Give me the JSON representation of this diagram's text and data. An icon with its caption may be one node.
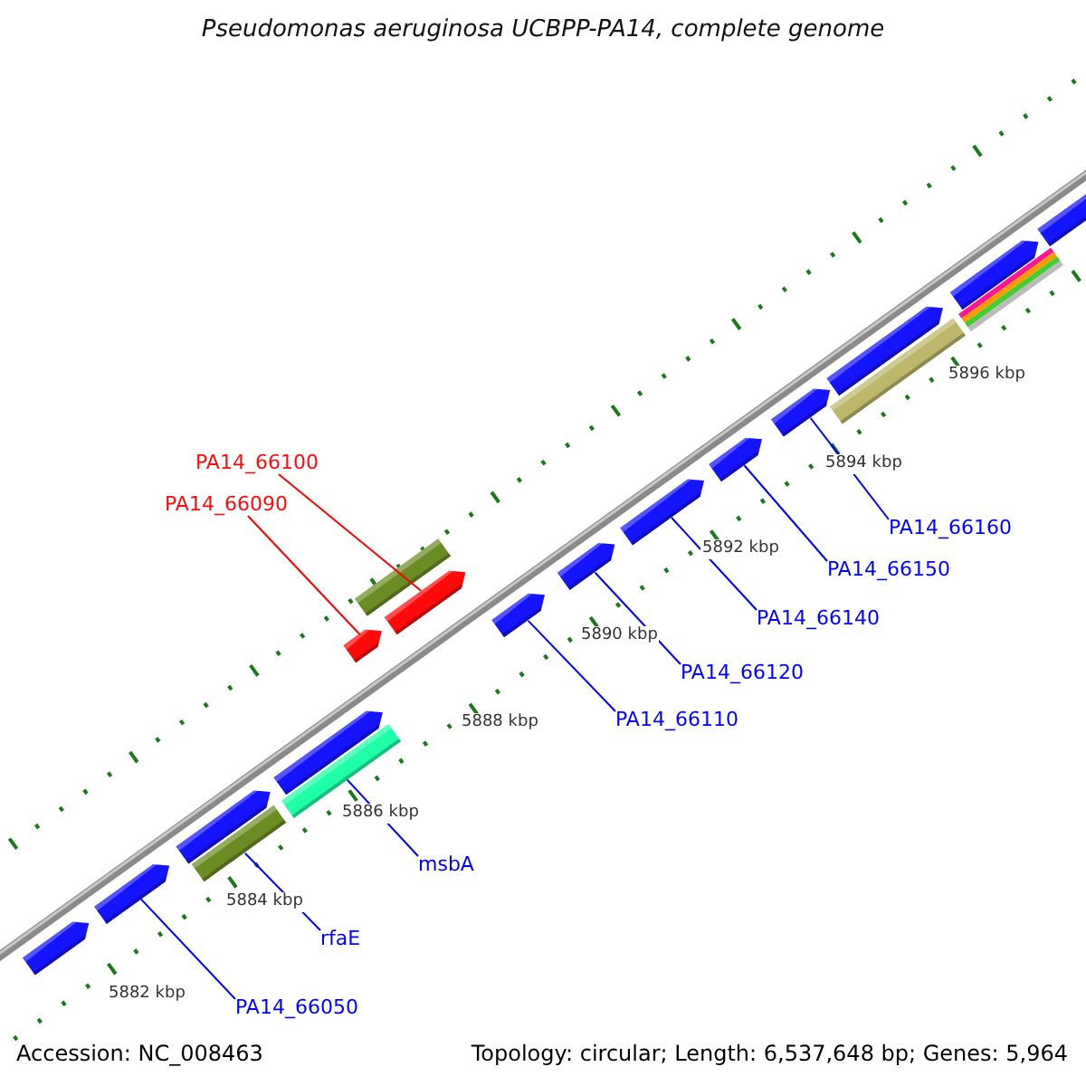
{
  "diagram": {
    "title": "Pseudomonas aeruginosa UCBPP-PA14, complete genome",
    "nodes": [
      {
        "text": [
          "PA14_66100"
        ]
      },
      {
        "text": [
          "PA14_66090"
        ]
      },
      {
        "text": [
          "PA14_66160"
        ]
      },
      {
        "text": [
          "PA14_66150"
        ]
      },
      {
        "text": [
          "PA14_66140"
        ]
      },
      {
        "text": [
          "PA14_66120"
        ]
      },
      {
        "text": [
          "PA14_66110"
        ]
      },
      {
        "text": [
          "msbA"
        ]
      },
      {
        "text": [
          "rfaE"
        ]
      },
      {
        "text": [
          "PA14_66050"
        ]
      },
      {
        "text": [],
        "shape": "pentagon"
      },
      {
        "text": [],
        "shape": "pentagon"
      },
      {
        "text": [],
        "shape": "pentagon"
      },
      {
        "text": [],
        "shape": "bar"
      },
      {
        "text": [],
        "shape": "bar"
      },
      {
        "text": [],
        "shape": "pentagon"
      },
      {
        "text": [],
        "shape": "pentagon"
      },
      {
        "text": [],
        "shape": "bar"
      },
      {
        "text": [],
        "shape": "pentagon"
      },
      {
        "text": [],
        "shape": "pentagon"
      },
      {
        "text": [],
        "shape": "pentagon"
      },
      {
        "text": [],
        "shape": "pentagon"
      },
      {
        "text": [],
        "shape": "pentagon"
      },
      {
        "text": [],
        "shape": "pentagon"
      },
      {
        "text": [],
        "shape": "bar"
      },
      {
        "text": [],
        "shape": "pentagon"
      },
      {
        "text": [],
        "shape": "bar"
      },
      {
        "text": [],
        "shape": "pentagon"
      },
      {
        "text": [],
        "shape": "pentagon"
      }
    ],
    "edges": [
      {
        "from": 0,
        "to": 18,
        "arrow": "none",
        "color": "#ff0000"
      },
      {
        "from": 1,
        "to": 16,
        "arrow": "none",
        "color": "#ff0000"
      },
      {
        "from": 2,
        "to": 23,
        "arrow": "none"
      },
      {
        "from": 3,
        "to": 22,
        "arrow": "none"
      },
      {
        "from": 4,
        "to": 21,
        "arrow": "none"
      },
      {
        "from": 5,
        "to": 20,
        "arrow": "none"
      },
      {
        "from": 6,
        "to": 19,
        "arrow": "none"
      },
      {
        "from": 7,
        "to": 14,
        "arrow": "none"
      },
      {
        "from": 8,
        "to": 13,
        "arrow": "none"
      },
      {
        "from": 9,
        "to": 11,
        "arrow": "none"
      }
    ],
    "labels": [
      "5896 kbp",
      "5894 kbp",
      "5892 kbp",
      "5890 kbp",
      "5888 kbp",
      "5886 kbp",
      "5884 kbp",
      "5882 kbp",
      "Accession: NC_008463",
      "Topology: circular; Length: 6,537,648 bp; Genes: 5,964"
    ]
  }
}
